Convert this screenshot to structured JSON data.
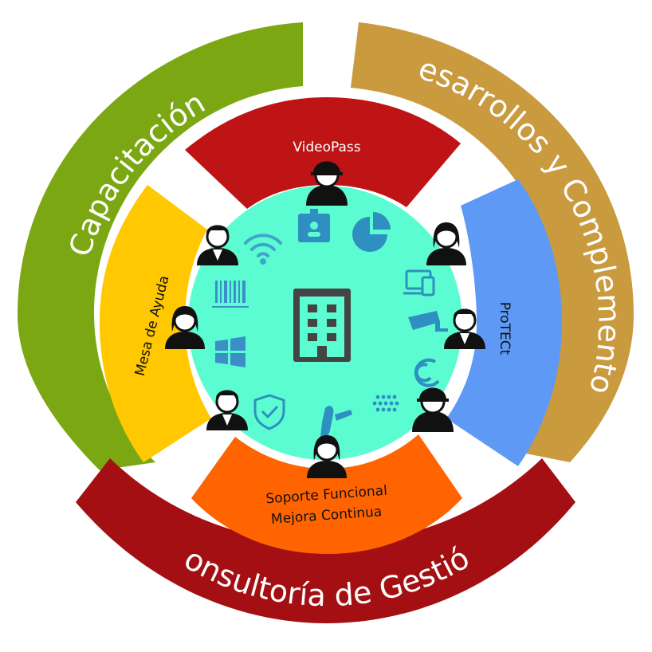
{
  "outer_ring": [
    {
      "id": "capacitacion",
      "label": "Capacitación",
      "color": "#7BA812"
    },
    {
      "id": "desarrollos",
      "label": "Desarrollos y Complementos",
      "color": "#C99A3E"
    },
    {
      "id": "consultoria",
      "label": "Consultoría de Gestión",
      "color": "#A30F12"
    }
  ],
  "inner_ring": [
    {
      "id": "videopass",
      "label": "VideoPass",
      "color": "#BE1415"
    },
    {
      "id": "protect",
      "label": "ProTECt",
      "color": "#5E9AF5"
    },
    {
      "id": "soporte",
      "line1": "Soporte Funcional",
      "line2": "Mejora Continua",
      "color": "#FF6400"
    },
    {
      "id": "mesa",
      "label": "Mesa de Ayuda",
      "color": "#FFC800"
    }
  ],
  "hub": {
    "color": "#5CFCD2",
    "icon_color": "#444444"
  },
  "icons": [
    "building-icon",
    "wifi-icon",
    "id-badge-icon",
    "pie-chart-icon",
    "barcode-icon",
    "devices-icon",
    "security-camera-icon",
    "windows-logo-icon",
    "shield-check-icon",
    "fingerprint-icon",
    "sync-icon",
    "person-icon"
  ]
}
